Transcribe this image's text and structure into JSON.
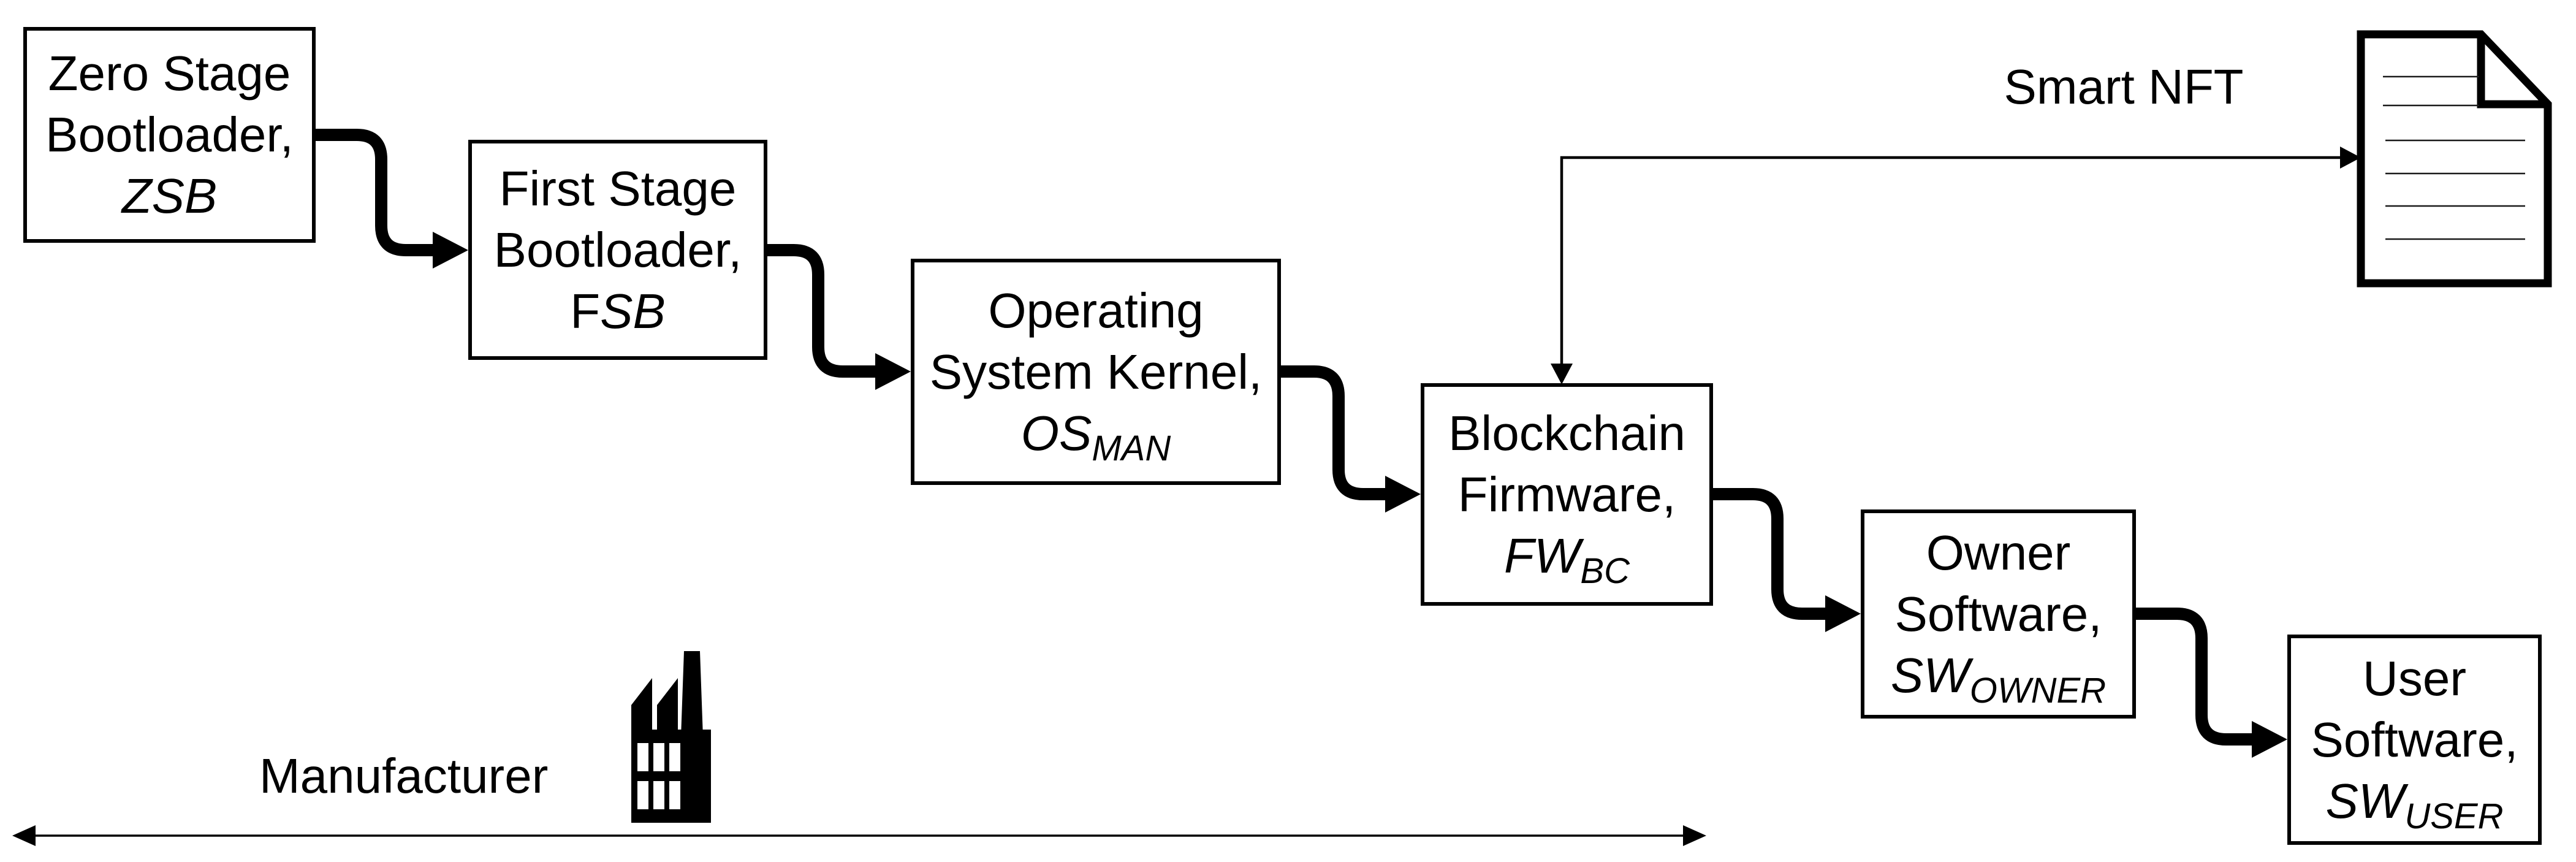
{
  "diagram": {
    "title_context": "Boot chain diagram",
    "colors": {
      "line": "#000000",
      "background": "#ffffff",
      "ruled_line": "#1a1a1a"
    },
    "boxes": [
      {
        "line1": "Zero Stage",
        "line2": "Bootloader,",
        "sym_prefix": "",
        "sym_italic": "ZSB",
        "sym_sub": ""
      },
      {
        "line1": "First Stage",
        "line2": "Bootloader,",
        "sym_prefix": "F",
        "sym_italic": "SB",
        "sym_sub": ""
      },
      {
        "line1": "Operating",
        "line2": "System Kernel,",
        "sym_prefix": "",
        "sym_italic": "OS",
        "sym_sub": "MAN"
      },
      {
        "line1": "Blockchain",
        "line2": "Firmware,",
        "sym_prefix": "",
        "sym_italic": "FW",
        "sym_sub": "BC"
      },
      {
        "line1": "Owner",
        "line2": "Software,",
        "sym_prefix": "",
        "sym_italic": "SW",
        "sym_sub": "OWNER"
      },
      {
        "line1": "User",
        "line2": "Software,",
        "sym_prefix": "",
        "sym_italic": "SW",
        "sym_sub": "USER"
      }
    ],
    "labels": {
      "smart_nft": "Smart NFT",
      "manufacturer": "Manufacturer"
    },
    "icons": {
      "document": "document-icon",
      "factory": "factory-icon"
    }
  }
}
